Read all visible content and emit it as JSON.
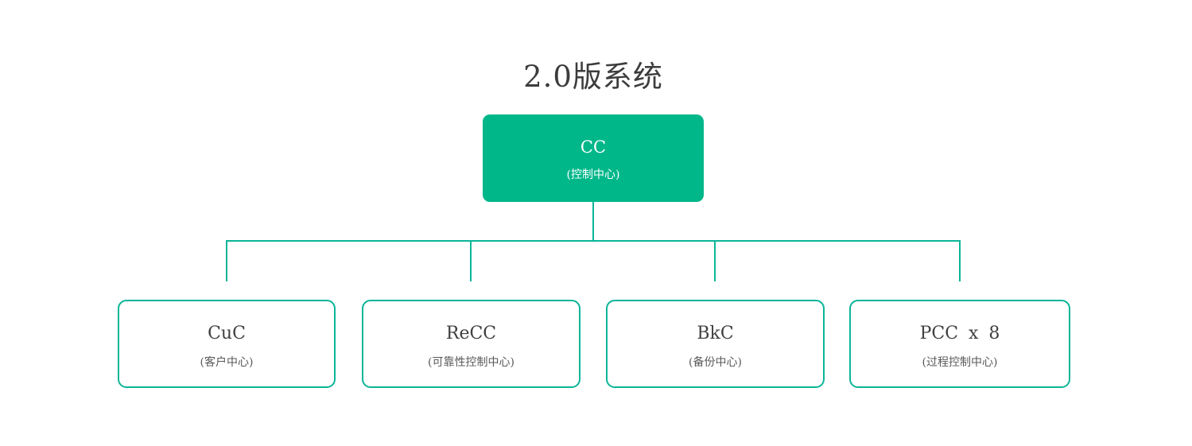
{
  "title": "2.0版系统",
  "colors": {
    "node_fill": "#00b78a",
    "connector_line": "#0bb599",
    "root_text": "#ffffff",
    "label_text": "#404040",
    "sublabel_text": "#595959"
  },
  "tree": {
    "root": {
      "label": "CC",
      "sublabel": "(控制中心)"
    },
    "children": [
      {
        "label": "CuC",
        "sublabel": "(客户中心)"
      },
      {
        "label": "ReCC",
        "sublabel": "(可靠性控制中心)"
      },
      {
        "label": "BkC",
        "sublabel": "(备份中心)"
      },
      {
        "label": "PCC x 8",
        "sublabel": "(过程控制中心)"
      }
    ]
  }
}
